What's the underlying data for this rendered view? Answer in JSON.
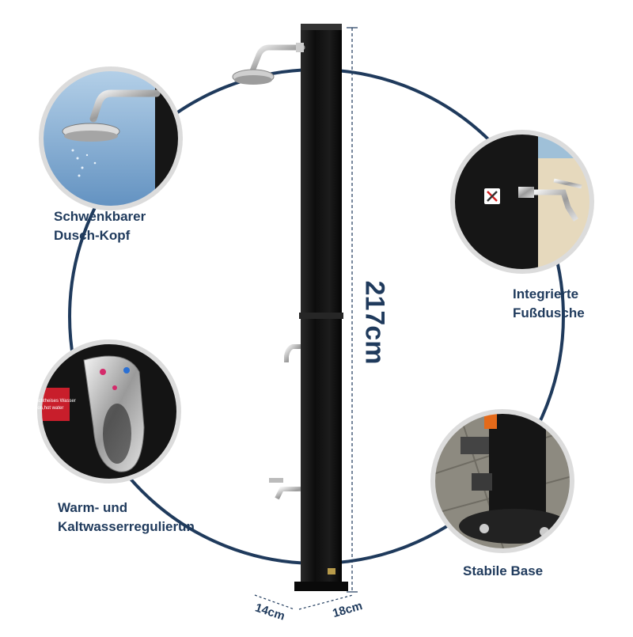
{
  "features": {
    "shower_head": {
      "line1": "Schwenkbarer",
      "line2": "Dusch-Kopf"
    },
    "foot_shower": {
      "line1": "Integrierte",
      "line2": "Fußdusche"
    },
    "regulator": {
      "line1": "Warm- und",
      "line2": "Kaltwasserregulierun"
    },
    "base": {
      "line1": "Stabile Base"
    }
  },
  "dimensions": {
    "height": "217cm",
    "depth": "14cm",
    "width": "18cm"
  },
  "sticker": {
    "line1": "eichtheises Wasser",
    "line2": "don,hot water"
  },
  "colors": {
    "accent": "#1f3a5c",
    "product": "#141414"
  }
}
